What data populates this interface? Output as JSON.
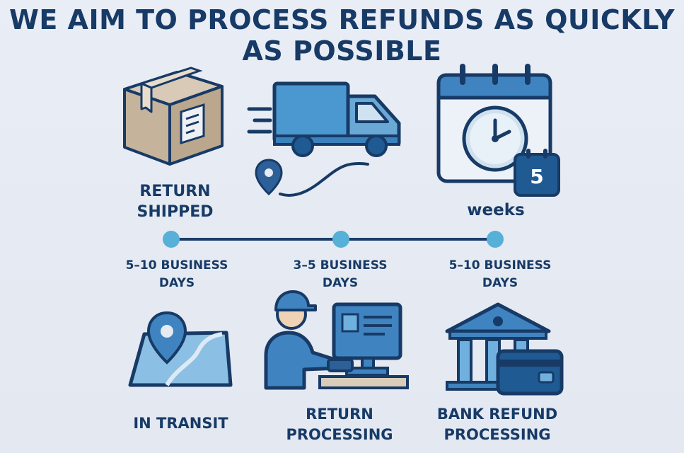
{
  "title": {
    "line1": "WE AIM TO PROCESS REFUNDS AS QUICKLY",
    "line2": "AS POSSIBLE"
  },
  "top_steps": {
    "return_shipped": {
      "line1": "RETURN",
      "line2": "SHIPPED",
      "icon": "package-box-icon"
    },
    "truck": {
      "icon": "delivery-truck-icon"
    },
    "weeks": {
      "label": "weeks",
      "icon": "calendar-clock-icon",
      "badge": "5"
    }
  },
  "timeline": {
    "durations": [
      {
        "line1": "5–10 BUSINESS",
        "line2": "DAYS"
      },
      {
        "line1": "3–5 BUSINESS",
        "line2": "DAYS"
      },
      {
        "line1": "5–10 BUSINESS",
        "line2": "DAYS"
      }
    ]
  },
  "bottom_steps": [
    {
      "line1": "IN TRANSIT",
      "icon": "map-pin-icon"
    },
    {
      "line1": "RETURN",
      "line2": "PROCESSING",
      "icon": "worker-computer-icon"
    },
    {
      "line1": "BANK REFUND",
      "line2": "PROCESSING",
      "icon": "bank-card-icon"
    }
  ],
  "colors": {
    "navy": "#173a66",
    "blue": "#3f84c0",
    "light_blue": "#6fb0de",
    "dot": "#56b0d8",
    "box_tan": "#c9b9a3"
  }
}
